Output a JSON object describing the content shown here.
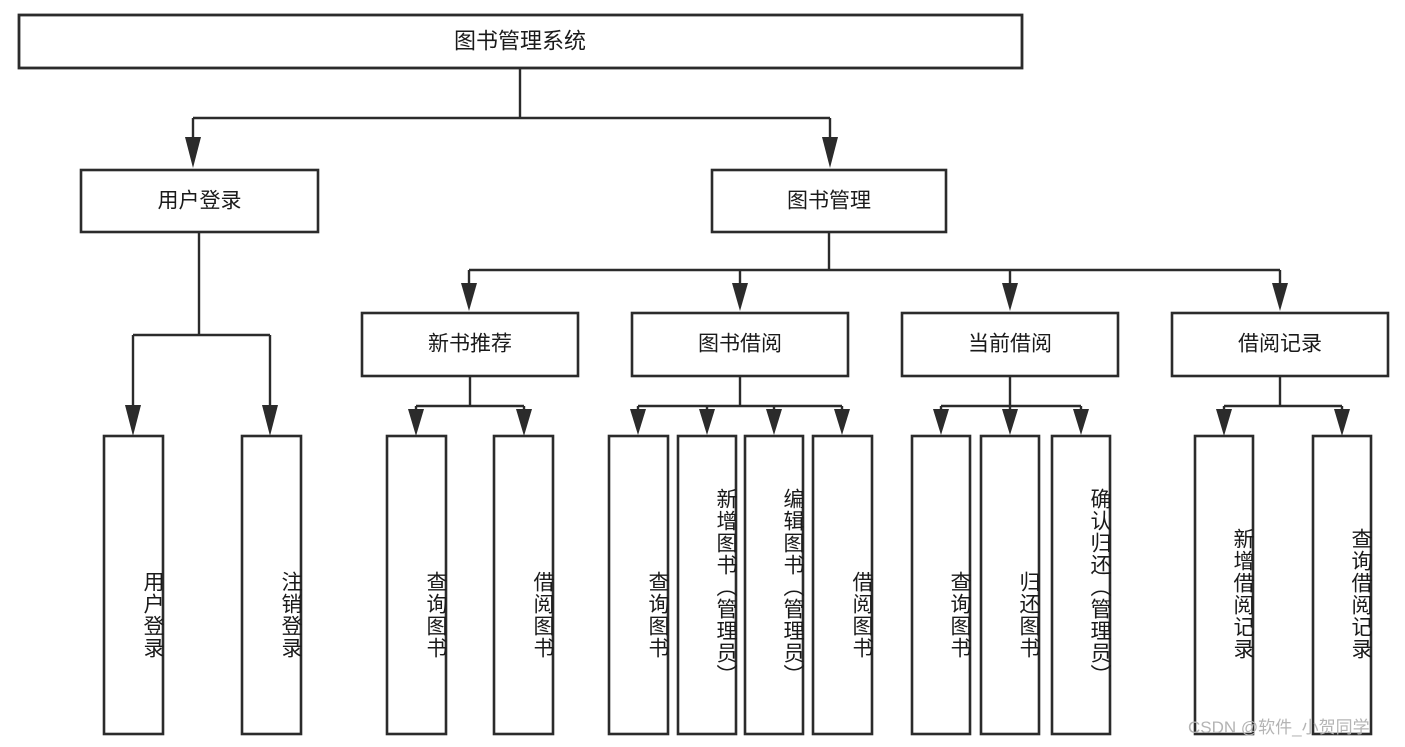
{
  "diagram": {
    "title": "图书管理系统",
    "watermark": "CSDN @软件_小贺同学",
    "colors": {
      "stroke": "#2b2b2b",
      "box_fill": "#ffffff",
      "text": "#1a1a1a",
      "background": "#ffffff",
      "watermark": "#b4b4b4"
    },
    "root": {
      "label": "图书管理系统"
    },
    "level2": [
      {
        "label": "用户登录"
      },
      {
        "label": "图书管理"
      }
    ],
    "level3": [
      {
        "label": "新书推荐"
      },
      {
        "label": "图书借阅"
      },
      {
        "label": "当前借阅"
      },
      {
        "label": "借阅记录"
      }
    ],
    "leaves": {
      "user_login": [
        {
          "label": "用户登录"
        },
        {
          "label": "注销登录"
        }
      ],
      "new_book_recommend": [
        {
          "label": "查询图书"
        },
        {
          "label": "借阅图书"
        }
      ],
      "book_borrow": [
        {
          "label": "查询图书"
        },
        {
          "label": "新增图书（管理员）"
        },
        {
          "label": "编辑图书（管理员）"
        },
        {
          "label": "借阅图书"
        }
      ],
      "current_borrow": [
        {
          "label": "查询图书"
        },
        {
          "label": "归还图书"
        },
        {
          "label": "确认归还（管理员）"
        }
      ],
      "borrow_record": [
        {
          "label": "新增借阅记录"
        },
        {
          "label": "查询借阅记录"
        }
      ]
    }
  }
}
